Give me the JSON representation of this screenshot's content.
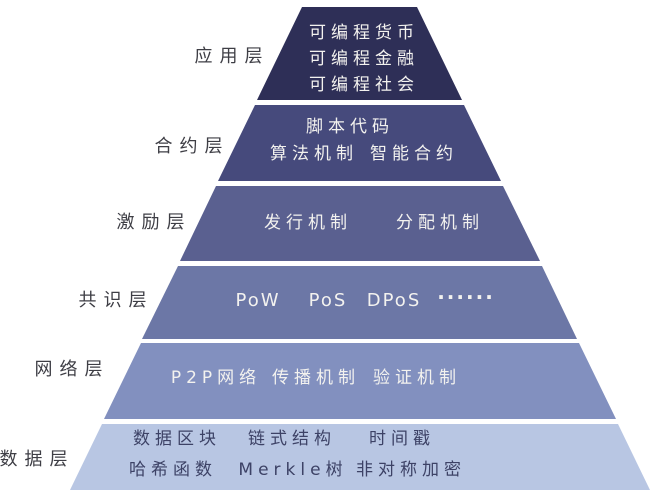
{
  "diagram": {
    "background": "#ffffff",
    "label_color": "#3e3e45",
    "light_text_color": "#f3f2ef",
    "dark_text_color": "#3d4266",
    "layers": [
      {
        "label": "应用层",
        "color": "#2e2f57",
        "items": [
          "可编程货币",
          "可编程金融",
          "可编程社会"
        ]
      },
      {
        "label": "合约层",
        "color": "#464a7c",
        "items": [
          "脚本代码",
          "算法机制",
          "智能合约"
        ]
      },
      {
        "label": "激励层",
        "color": "#5a6090",
        "items": [
          "发行机制",
          "分配机制"
        ]
      },
      {
        "label": "共识层",
        "color": "#6c77a6",
        "items": [
          "PoW",
          "PoS",
          "DPoS",
          "······"
        ]
      },
      {
        "label": "网络层",
        "color": "#8290bf",
        "items": [
          "P2P网络",
          "传播机制",
          "验证机制"
        ]
      },
      {
        "label": "数据层",
        "color": "#b8c6e3",
        "items": [
          "数据区块",
          "链式结构",
          "时间戳",
          "哈希函数",
          "Merkle树",
          "非对称加密"
        ]
      }
    ]
  }
}
